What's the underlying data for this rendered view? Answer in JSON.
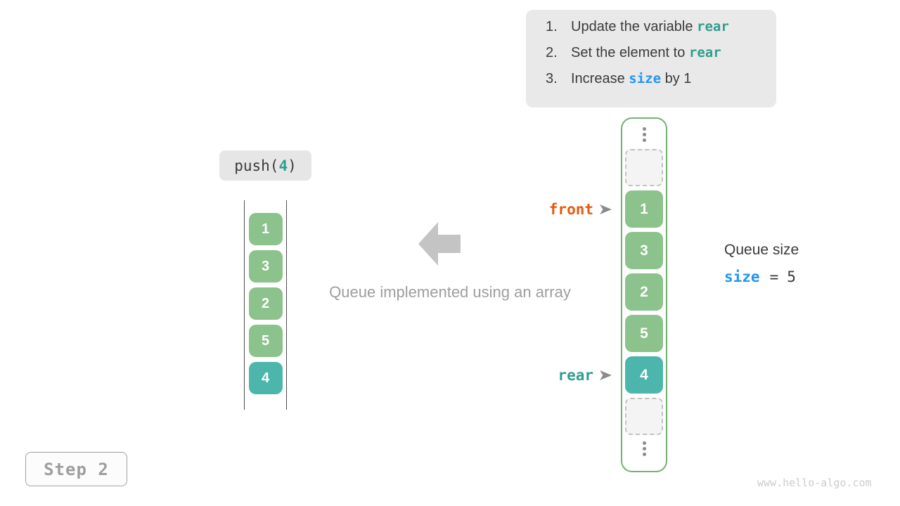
{
  "colors": {
    "cell_green": "#8cc28c",
    "cell_teal": "#4db6ac",
    "code_teal": "#2f9e8f",
    "code_blue": "#2196f3",
    "front_orange": "#e8590c",
    "block_arrow_gray": "#c4c4c4",
    "array_border_green": "#74b174",
    "instruction_box_bg": "#e9e9e9"
  },
  "instructions": {
    "items": [
      {
        "num": "1.",
        "pre": "Update the variable ",
        "code": "rear",
        "post": ""
      },
      {
        "num": "2.",
        "pre": "Set the element to ",
        "code": "rear",
        "post": ""
      },
      {
        "num": "3.",
        "pre": "Increase ",
        "code": "size",
        "post": " by 1"
      }
    ]
  },
  "operation": {
    "fn": "push(",
    "arg": "4",
    "close": ")"
  },
  "left_stack": {
    "values": [
      "1",
      "3",
      "2",
      "5",
      "4"
    ]
  },
  "caption": "Queue implemented using an array",
  "array_column": {
    "values": [
      "1",
      "3",
      "2",
      "5",
      "4"
    ]
  },
  "pointers": {
    "front": "front",
    "rear": "rear"
  },
  "queue_size": {
    "title": "Queue size",
    "variable": "size",
    "equals": "=",
    "value": "5"
  },
  "step_label": "Step 2",
  "watermark": "www.hello-algo.com"
}
